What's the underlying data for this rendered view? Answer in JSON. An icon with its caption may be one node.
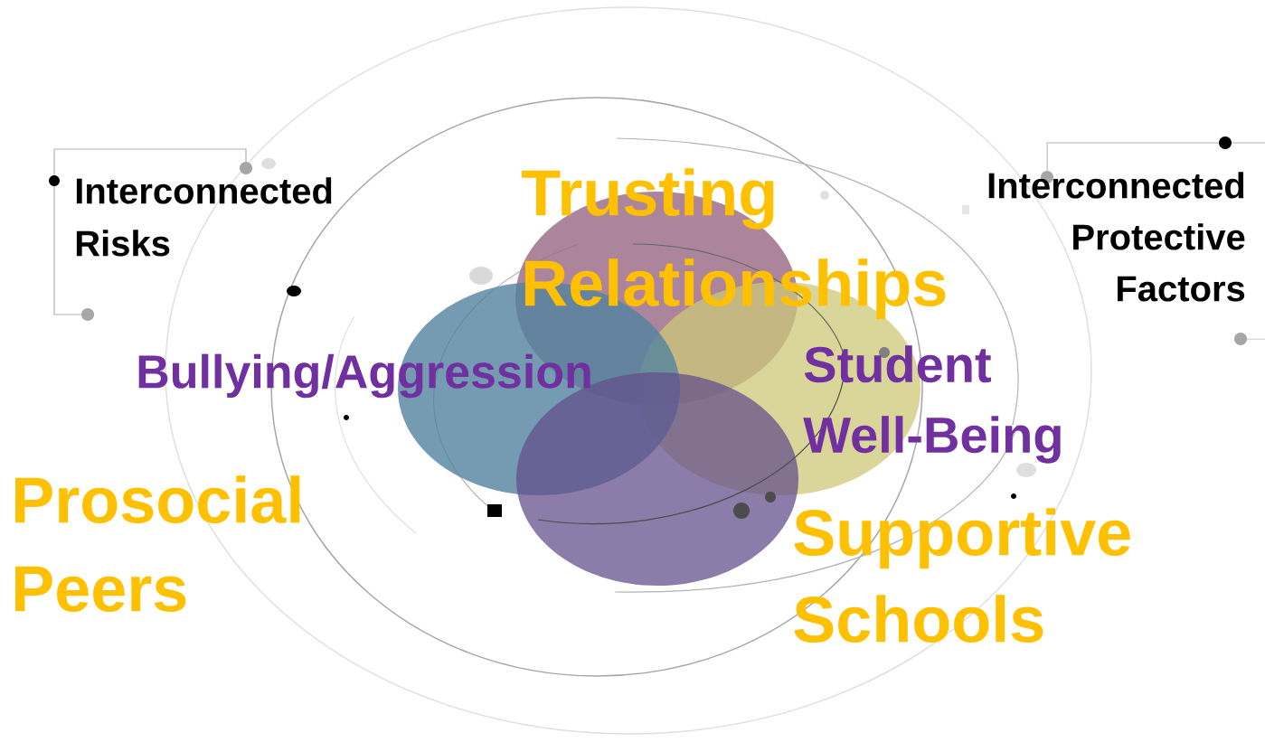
{
  "diagram": {
    "labels": [
      "Interconnected Risks",
      "Trusting Relationships",
      "Interconnected Protective Factors",
      "Bullying/Aggression",
      "Student Well-Being",
      "Prosocial Peers",
      "Supportive Schools"
    ]
  }
}
